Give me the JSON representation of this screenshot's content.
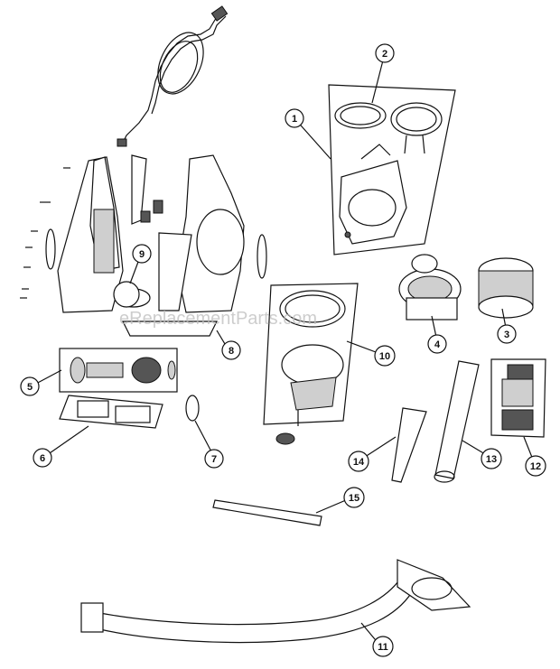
{
  "watermark": "eReplacementParts.com",
  "callouts": [
    "1",
    "2",
    "3",
    "4",
    "5",
    "6",
    "7",
    "8",
    "9",
    "10",
    "11",
    "12",
    "13",
    "14",
    "15"
  ],
  "colors": {
    "line": "#111111",
    "shade": "#cfcfcf",
    "watermark": "#bdbdbd"
  }
}
